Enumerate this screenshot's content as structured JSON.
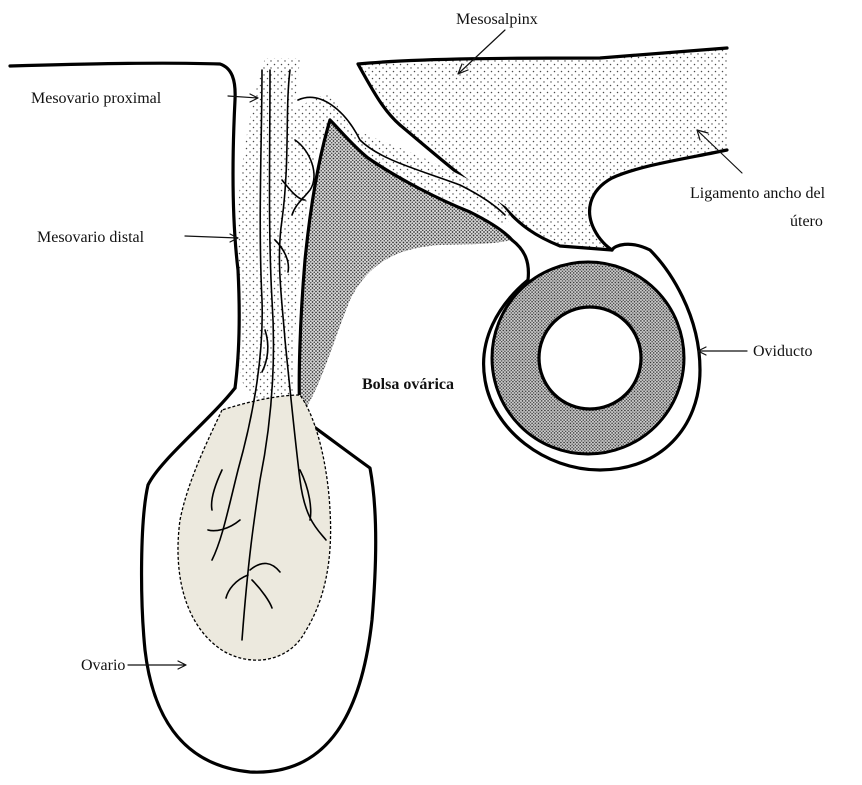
{
  "labels": {
    "mesosalpinx": "Mesosalpinx",
    "mesovario_proximal": "Mesovario proximal",
    "mesovario_distal": "Mesovario distal",
    "ligamento_line1": "Ligamento ancho del",
    "ligamento_line2": "útero",
    "oviducto": "Oviducto",
    "bolsa_ovarica": "Bolsa ovárica",
    "ovario": "Ovario"
  },
  "colors": {
    "background": "#ffffff",
    "outline": "#000000",
    "ovary_cortex_fill": "#ece9de",
    "pouch_fill": "#6e6e6e",
    "stipple": "#555555"
  }
}
